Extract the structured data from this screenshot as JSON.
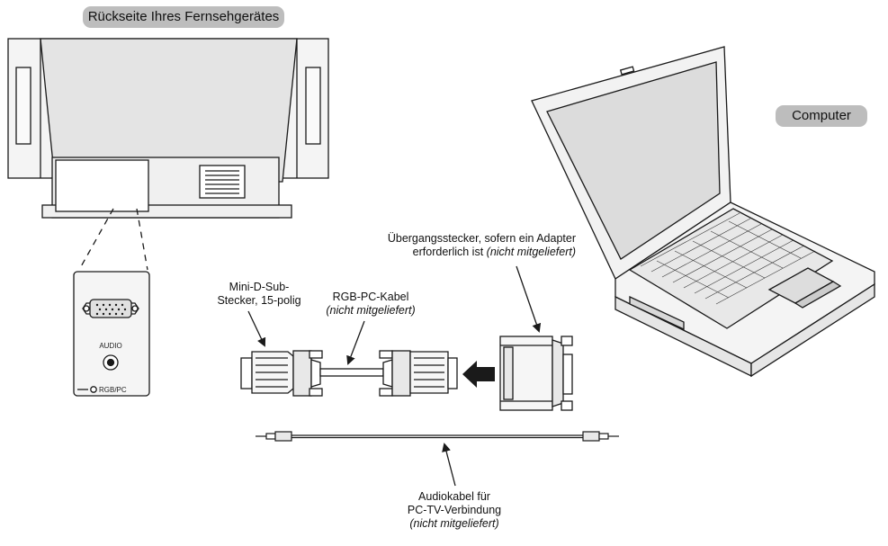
{
  "labels": {
    "tv_back": "Rückseite Ihres Fernsehgerätes",
    "computer": "Computer",
    "mini_dsub_1": "Mini-D-Sub-",
    "mini_dsub_2": "Stecker, 15-polig",
    "rgb_cable": "RGB-PC-Kabel",
    "rgb_cable_note": "(nicht mitgeliefert)",
    "adapter_1": "Übergangsstecker, sofern ein Adapter",
    "adapter_2": "erforderlich ist",
    "adapter_note": "(nicht mitgeliefert)",
    "audio_cable_1": "Audiokabel für",
    "audio_cable_2": "PC-TV-Verbindung",
    "audio_cable_note": "(nicht mitgeliefert)",
    "panel_audio": "AUDIO",
    "panel_rgbpc": "RGB/PC"
  },
  "colors": {
    "line": "#1a1a1a",
    "screen": "#dcdcdc",
    "body": "#f2f2f2",
    "pill": "#bdbdbd"
  }
}
